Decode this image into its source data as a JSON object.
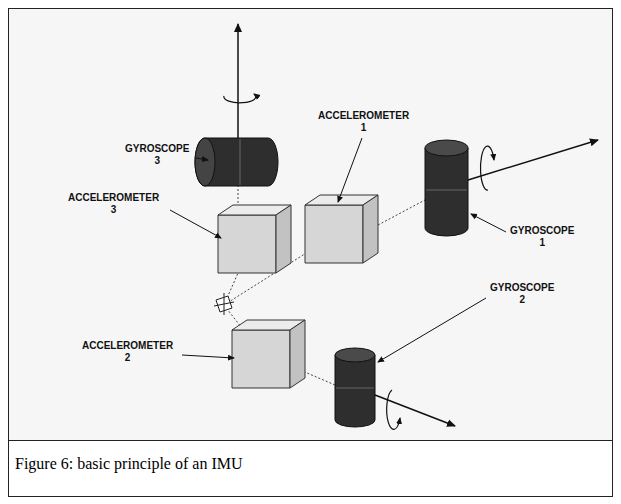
{
  "diagram": {
    "caption": "Figure 6: basic principle of an IMU",
    "labels": [
      "GYROSCOPE 3",
      "ACCELEROMETER 1",
      "ACCELEROMETER 3",
      "GYROSCOPE 1",
      "ACCELEROMETER 2",
      "GYROSCOPE 2"
    ]
  }
}
